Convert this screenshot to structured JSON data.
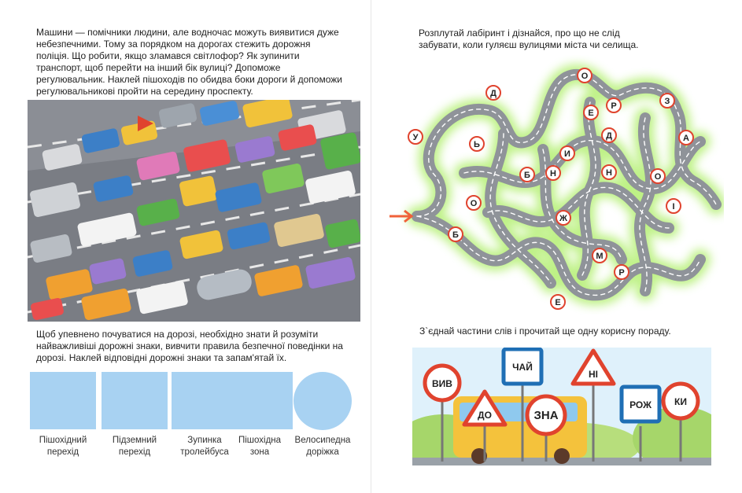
{
  "left": {
    "intro": "Машини — помічники людини, але водночас можуть виявитися дуже небезпечними. Тому за порядком на дорогах стежить дорожня поліція. Що робити, якщо зламався світлофор? Як зупинити транспорт, щоб перейти на інший бік вулиці? Допоможе регулювальник. Наклей пішоходів по обидва боки дороги й допоможи регулювальникові пройти на середину проспекту.",
    "signs_intro": "Щоб упевнено почуватися на дорозі, необхідно знати й розуміти найважливіші дорожні знаки, вивчити правила безпечної поведінки на дорозі. Наклей відповідні дорожні знаки та запам'ятай їх.",
    "slots": [
      {
        "line1": "Пішохідний",
        "line2": "перехід"
      },
      {
        "line1": "Підземний",
        "line2": "перехід"
      },
      {
        "line1": "Зупинка",
        "line2": "тролейбуса"
      },
      {
        "line1": "Пішохідна",
        "line2": "зона"
      },
      {
        "line1": "Велосипедна",
        "line2": "доріжка"
      }
    ]
  },
  "right": {
    "maze_intro": "Розплутай лабіринт і дізнайся, про що не слід забувати, коли гуляєш вулицями міста чи селища.",
    "maze_letters": [
      "Д",
      "О",
      "Р",
      "З",
      "У",
      "Ь",
      "Е",
      "Д",
      "А",
      "И",
      "Б",
      "Н",
      "Н",
      "О",
      "О",
      "І",
      "Ж",
      "Б",
      "М",
      "Р",
      "Е"
    ],
    "words_intro": "З`єднай частини слів і прочитай ще одну корисну пораду.",
    "word_signs": [
      "ВИВ",
      "ЧАЙ",
      "НІ",
      "ДО",
      "ЗНА",
      "РОЖ",
      "КИ"
    ]
  },
  "colors": {
    "sticker_blue": "#a8d2f2",
    "maze_glow": "#b8f07a",
    "road_gray": "#8f9399",
    "sign_red": "#e0432e",
    "sign_blue": "#1f6fb5",
    "arrow_orange": "#f0623a"
  }
}
